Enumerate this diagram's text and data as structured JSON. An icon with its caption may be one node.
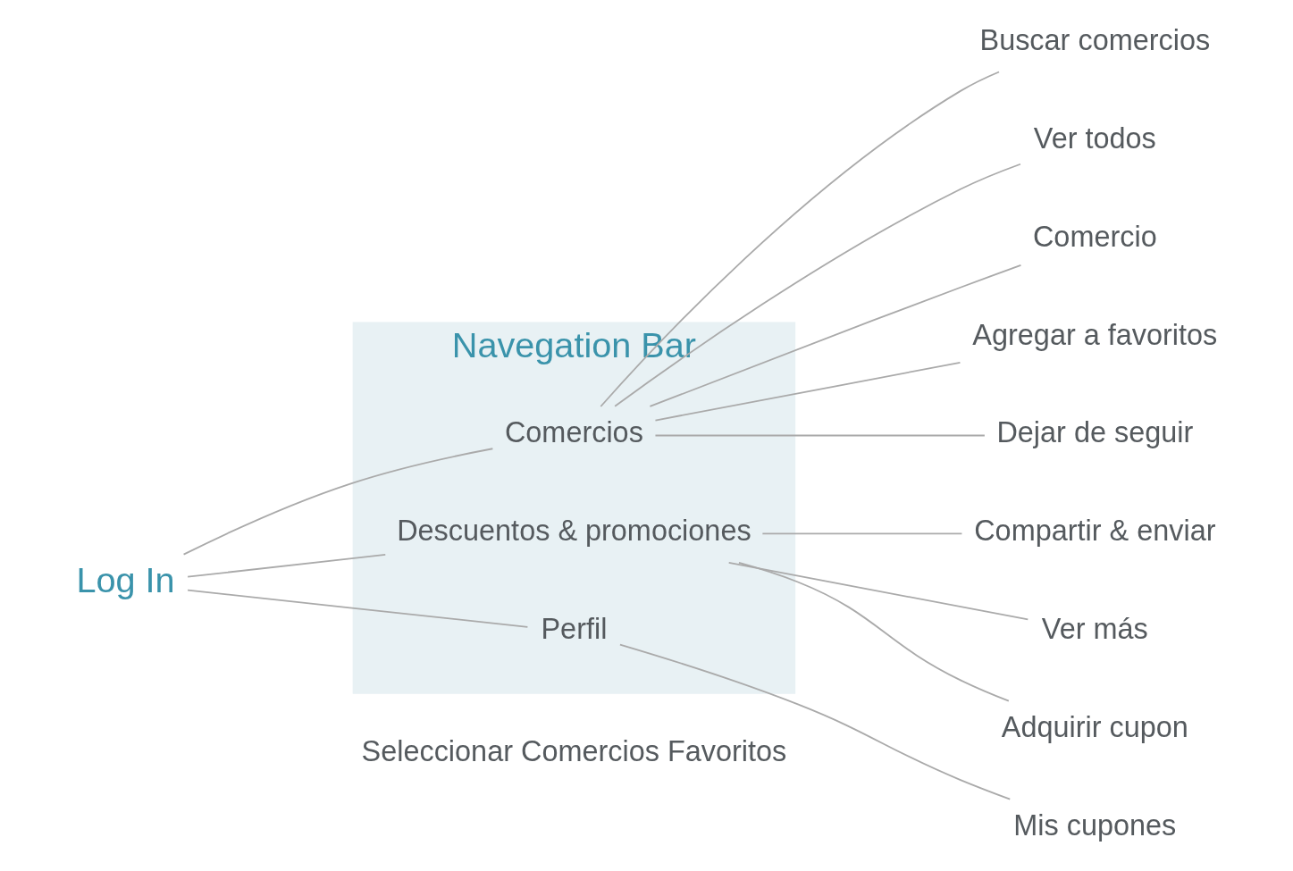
{
  "diagram": {
    "nodes": [
      {
        "text": [
          "Log In"
        ]
      },
      {
        "text": [
          "Navegation Bar"
        ]
      },
      {
        "text": [
          "Comercios"
        ],
        "in": 1
      },
      {
        "text": [
          "Descuentos & promociones"
        ],
        "in": 1
      },
      {
        "text": [
          "Perfil"
        ],
        "in": 1
      },
      {
        "text": [
          "Buscar comercios"
        ]
      },
      {
        "text": [
          "Ver todos"
        ]
      },
      {
        "text": [
          "Comercio"
        ]
      },
      {
        "text": [
          "Agregar a favoritos"
        ]
      },
      {
        "text": [
          "Dejar de seguir"
        ]
      },
      {
        "text": [
          "Compartir & enviar"
        ]
      },
      {
        "text": [
          "Ver más"
        ]
      },
      {
        "text": [
          "Adquirir cupon"
        ]
      },
      {
        "text": [
          "Mis cupones"
        ]
      }
    ],
    "edges": [
      {
        "from": 0,
        "to": 2,
        "arrow": "none"
      },
      {
        "from": 0,
        "to": 3,
        "arrow": "none"
      },
      {
        "from": 0,
        "to": 4,
        "arrow": "none"
      },
      {
        "from": 2,
        "to": 5,
        "arrow": "none"
      },
      {
        "from": 2,
        "to": 6,
        "arrow": "none"
      },
      {
        "from": 2,
        "to": 7,
        "arrow": "none"
      },
      {
        "from": 2,
        "to": 8,
        "arrow": "none"
      },
      {
        "from": 2,
        "to": 9,
        "arrow": "none"
      },
      {
        "from": 3,
        "to": 10,
        "arrow": "none"
      },
      {
        "from": 3,
        "to": 11,
        "arrow": "none"
      },
      {
        "from": 3,
        "to": 12,
        "arrow": "none"
      },
      {
        "from": 4,
        "to": 13,
        "arrow": "none"
      }
    ],
    "labels": [
      "Seleccionar Comercios Favoritos"
    ]
  }
}
